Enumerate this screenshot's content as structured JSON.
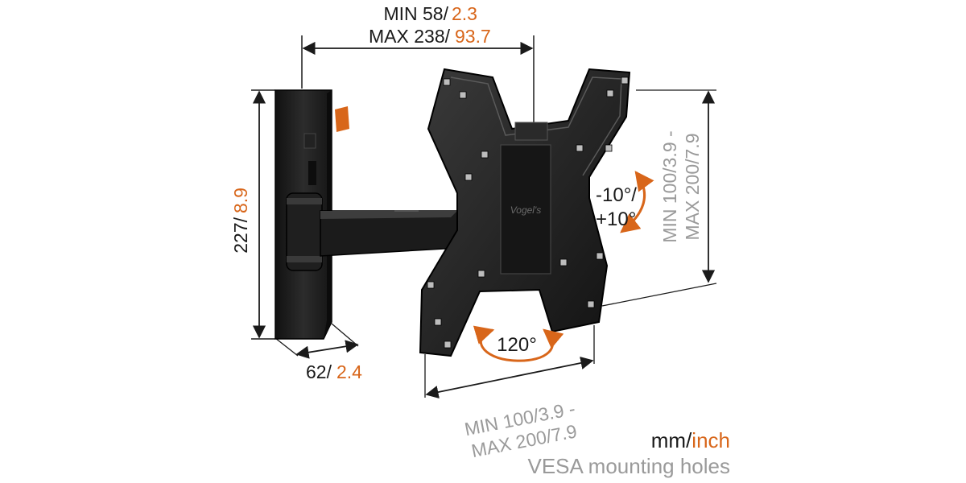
{
  "colors": {
    "text": "#1a1a1a",
    "accent": "#d8661a",
    "muted": "#9a9a9a",
    "mount": "#1c1c1c"
  },
  "dimensions": {
    "width_min_mm": "MIN 58/",
    "width_min_inch": "2.3",
    "width_max_mm": "MAX 238/",
    "width_max_inch": "93.7",
    "height_mm": "227/",
    "height_inch": "8.9",
    "depth_mm": "62/",
    "depth_inch": "2.4",
    "vesa_vertical_min": "MIN 100/3.9 -",
    "vesa_vertical_max": "MAX 200/7.9",
    "vesa_horizontal_min": "MIN 100/3.9 -",
    "vesa_horizontal_max": "MAX 200/7.9"
  },
  "angles": {
    "tilt_top": "-10°/",
    "tilt_bottom": "+10°",
    "swivel": "120°"
  },
  "brand": {
    "logo_text": "Vogel's"
  },
  "legend": {
    "units_mm": "mm/",
    "units_inch": "inch",
    "vesa_label": "VESA mounting holes"
  }
}
